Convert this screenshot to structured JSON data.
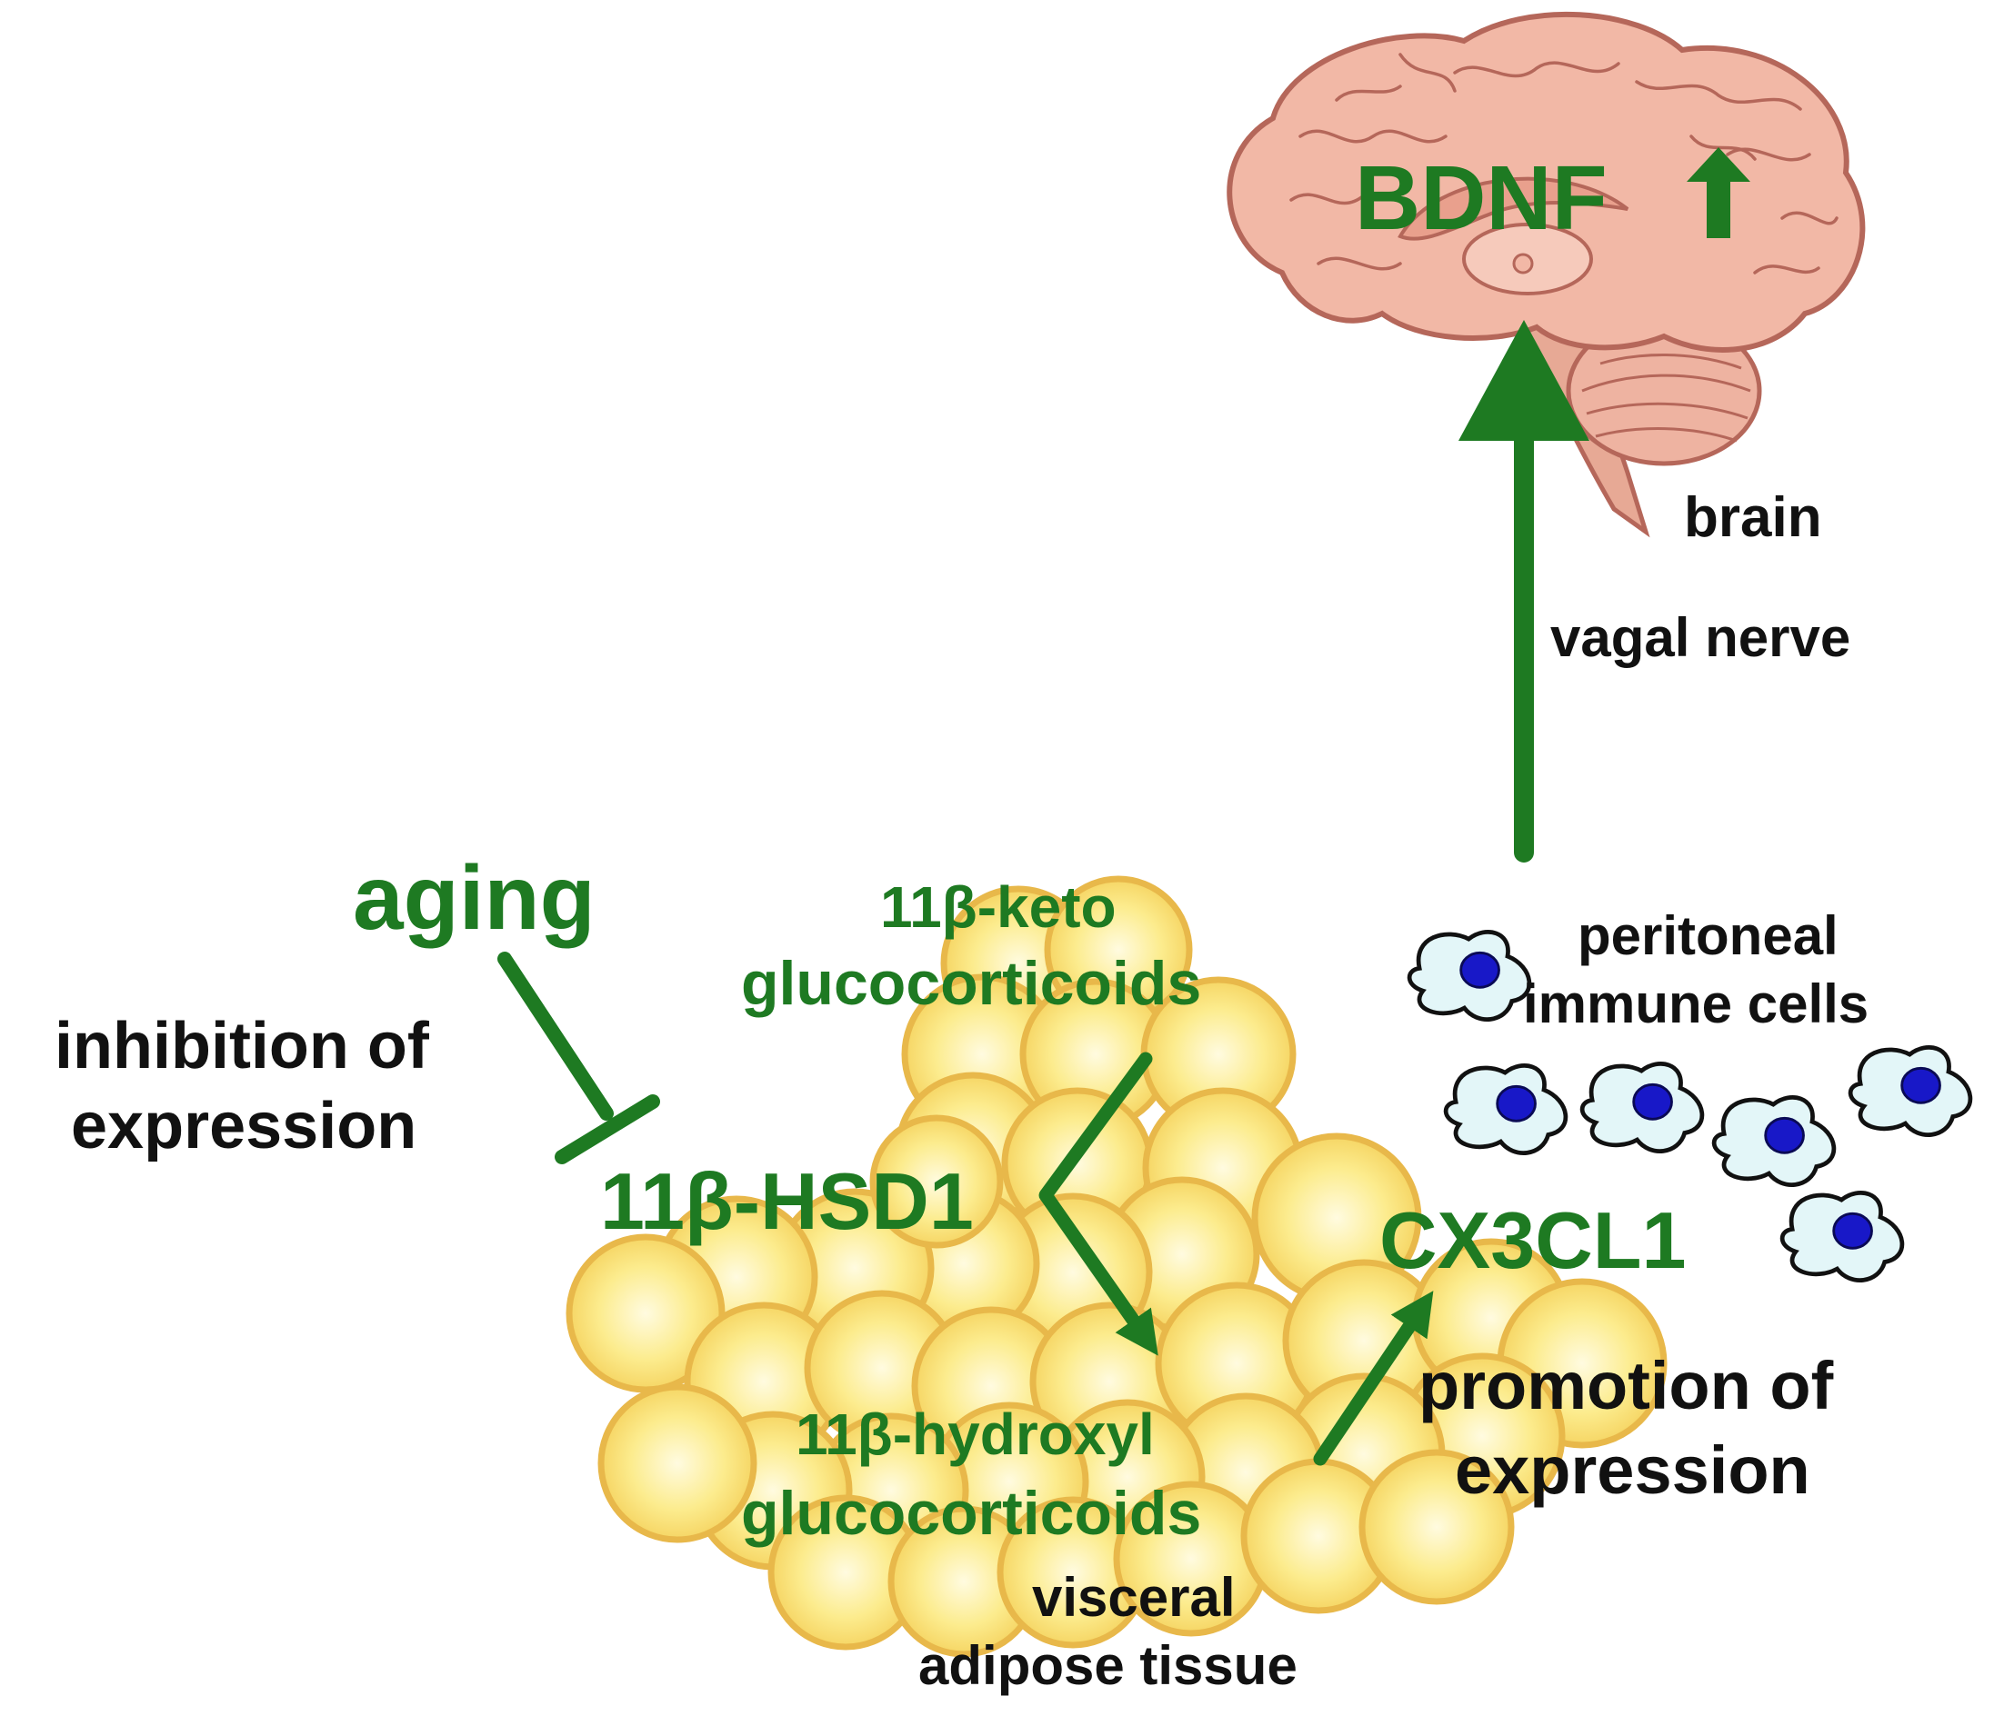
{
  "colors": {
    "accent_green": "#1e7a22",
    "label_black": "#111111",
    "adipocyte_fill": "#fbe67a",
    "adipocyte_edge": "#e8b84a",
    "brain_pink": "#f2b8a6",
    "brain_edge": "#b5675a",
    "immune_cell_fill": "#e3f6f8",
    "immune_nucleus": "#1818c8"
  },
  "icons": {
    "brain": "brain-illustration",
    "adipose": "adipocyte-cluster",
    "immune": "immune-cell-glyph"
  },
  "labels": {
    "bdnf": "BDNF",
    "brain": "brain",
    "vagal_nerve": "vagal nerve",
    "aging": "aging",
    "inhibition_line1": "inhibition of",
    "inhibition_line2": "expression",
    "keto_line1": "11β-keto",
    "keto_line2": "glucocorticoids",
    "hsd1": "11β-HSD1",
    "hydroxyl_line1": "11β-hydroxyl",
    "hydroxyl_line2": "glucocorticoids",
    "visceral_line1": "visceral",
    "visceral_line2": "adipose tissue",
    "cx3cl1": "CX3CL1",
    "peritoneal_line1": "peritoneal",
    "peritoneal_line2": "immune cells",
    "promotion_line1": "promotion of",
    "promotion_line2": "expression"
  }
}
